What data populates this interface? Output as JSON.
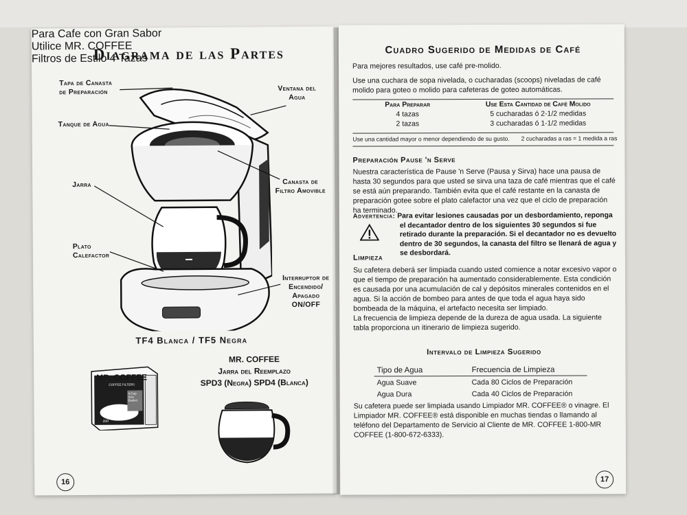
{
  "left_page": {
    "title": "Diagrama de las Partes",
    "callouts": {
      "tapa": "Tapa de Canasta de Preparación",
      "tanque": "Tanque de Agua",
      "jarra": "Jarra",
      "plato": "Plato Calefactor",
      "ventana": "Ventana del Agua",
      "canasta": "Canasta de Filtro Amovible",
      "interruptor": "Interruptor de Encendido/ Apagado ON/OFF"
    },
    "model_line": "TF4 Blanca / TF5 Negra",
    "reemplazo": {
      "brand": "MR. COFFEE",
      "line2": "Jarra del Reemplazo",
      "line3": "SPD3 (Negra) SPD4 (Blanca)"
    },
    "filter_box": {
      "brand": "MR. COFFEE",
      "sub": "COFFEE FILTERS",
      "label": "4-Cup Size Basket",
      "count": "200"
    },
    "filter_caption": {
      "line1": "Para Cafe con Gran Sabor",
      "line2": "Utilice MR. COFFEE",
      "line3": "Filtros de Estilo 4 Tazas"
    },
    "page_number": "16"
  },
  "right_page": {
    "title": "Cuadro Sugerido de Medidas de Café",
    "intro1": "Para mejores resultados, use café pre-molido.",
    "intro2": "Use una cuchara de sopa nivelada, o cucharadas (scoops) niveladas de café molido para goteo o molido para cafeteras de goteo automáticas.",
    "measures": {
      "col1_header": "Para Preparar",
      "col2_header": "Use Esta Cantidad de Café Molido",
      "rows": [
        {
          "cups": "4 tazas",
          "amount": "5 cucharadas ó 2-1/2 medidas"
        },
        {
          "cups": "2 tazas",
          "amount": "3 cucharadas ó 1-1/2 medidas"
        }
      ],
      "note_left": "Use una cantidad mayor o menor dependiendo de su gusto.",
      "note_right": "2 cucharadas a ras = 1 medida a ras"
    },
    "pause_title": "Preparación Pause 'n Serve",
    "pause_text": "Nuestra característica de Pause 'n Serve (Pausa y Sirva) hace una pausa de hasta 30 segundos para que usted se sirva una taza de café mientras que el café se está aún preparando. También evita que el café restante en la canasta de preparación gotee sobre el plato calefactor una vez que el ciclo de preparación ha terminado.",
    "warning_label": "Advertencia:",
    "warning_text": "Para evitar lesiones causadas por un desbordamiento, reponga el decantador dentro de los siguientes 30 segundos si fue retirado durante la preparación. Si el decantador no es devuelto dentro de 30 segundos, la canasta del filtro se llenará de agua y se desbordará.",
    "limpieza_title": "Limpieza",
    "limpieza_text1": "Su cafetera deberá ser limpiada cuando usted comience a notar excesivo vapor o que el tiempo de preparación ha aumentado considerablemente. Esta condición es causada por una acumulación de cal y depósitos minerales contenidos en el agua. Si la acción de bombeo para antes de que toda el agua haya sido bombeada de la máquina, el artefacto necesita ser limpiado.",
    "limpieza_text2": "La frecuencia de limpieza depende de la dureza de agua usada. La siguiente tabla proporciona un itinerario de limpieza sugerido.",
    "intervalo": {
      "title": "Intervalo de Limpieza Sugerido",
      "col1": "Tipo de Agua",
      "col2": "Frecuencia de Limpieza",
      "rows": [
        {
          "tipo": "Agua Suave",
          "freq": "Cada 80 Ciclos de Preparación"
        },
        {
          "tipo": "Agua Dura",
          "freq": "Cada 40 Ciclos de Preparación"
        }
      ]
    },
    "closing": "Su cafetera puede ser limpiada usando Limpiador MR. COFFEE® o vinagre. El Limpiador MR. COFFEE® está disponible en muchas tiendas o llamando al teléfono del Departamento de Servicio al Cliente de MR. COFFEE 1-800-MR COFFEE (1-800-672-6333).",
    "page_number": "17"
  }
}
